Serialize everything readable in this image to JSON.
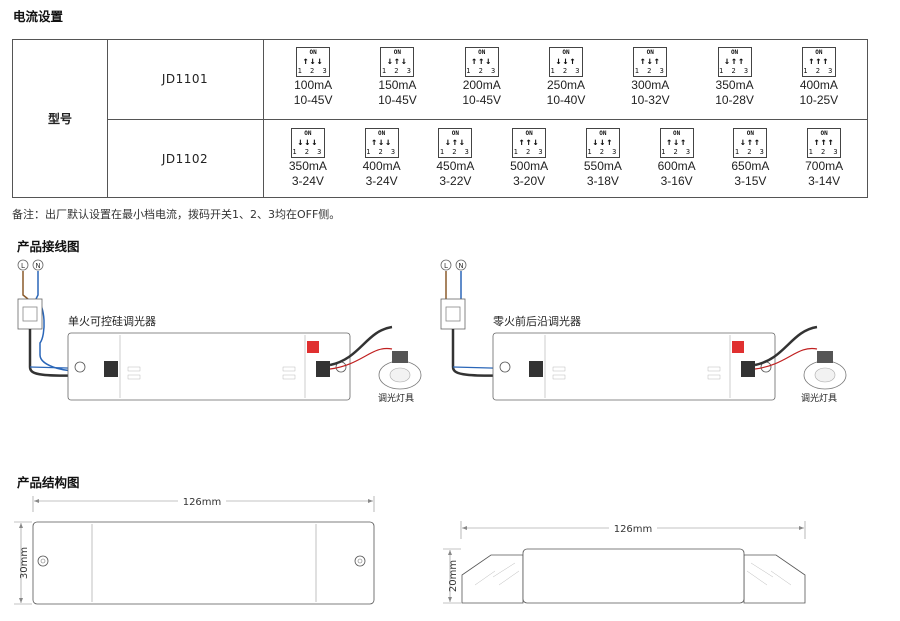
{
  "title": "电流设置",
  "table": {
    "model_label": "型号",
    "dip_on": "ON",
    "dip_nums": "1 2 3",
    "rows": [
      {
        "model": "JD1101",
        "cells": [
          {
            "dip": "↑↓↓",
            "current": "100mA",
            "voltage": "10-45V"
          },
          {
            "dip": "↓↑↓",
            "current": "150mA",
            "voltage": "10-45V"
          },
          {
            "dip": "↑↑↓",
            "current": "200mA",
            "voltage": "10-45V"
          },
          {
            "dip": "↓↓↑",
            "current": "250mA",
            "voltage": "10-40V"
          },
          {
            "dip": "↑↓↑",
            "current": "300mA",
            "voltage": "10-32V"
          },
          {
            "dip": "↓↑↑",
            "current": "350mA",
            "voltage": "10-28V"
          },
          {
            "dip": "↑↑↑",
            "current": "400mA",
            "voltage": "10-25V"
          }
        ]
      },
      {
        "model": "JD1102",
        "cells": [
          {
            "dip": "↓↓↓",
            "current": "350mA",
            "voltage": "3-24V"
          },
          {
            "dip": "↑↓↓",
            "current": "400mA",
            "voltage": "3-24V"
          },
          {
            "dip": "↓↑↓",
            "current": "450mA",
            "voltage": "3-22V"
          },
          {
            "dip": "↑↑↓",
            "current": "500mA",
            "voltage": "3-20V"
          },
          {
            "dip": "↓↓↑",
            "current": "550mA",
            "voltage": "3-18V"
          },
          {
            "dip": "↑↓↑",
            "current": "600mA",
            "voltage": "3-16V"
          },
          {
            "dip": "↓↑↑",
            "current": "650mA",
            "voltage": "3-15V"
          },
          {
            "dip": "↑↑↑",
            "current": "700mA",
            "voltage": "3-14V"
          }
        ]
      }
    ]
  },
  "note": "备注：出厂默认设置在最小档电流，拨码开关1、2、3均在OFF侧。",
  "wiring": {
    "title": "产品接线图",
    "terminal_l": "L",
    "terminal_n": "N",
    "diagrams": [
      {
        "dimmer_label": "单火可控硅调光器",
        "lamp_label": "调光灯具"
      },
      {
        "dimmer_label": "零火前后沿调光器",
        "lamp_label": "调光灯具"
      }
    ]
  },
  "structure": {
    "title": "产品结构图",
    "length": "126mm",
    "height_top": "30mm",
    "height_side": "20mm"
  }
}
